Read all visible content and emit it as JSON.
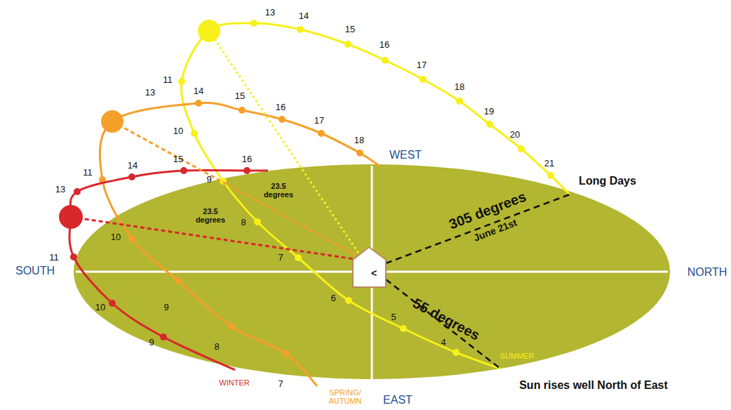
{
  "diagram": {
    "labels": [
      "13",
      "14",
      "15",
      "16",
      "17",
      "18",
      "19",
      "20",
      "21",
      "11",
      "13",
      "14",
      "15",
      "16",
      "17",
      "18",
      "10",
      "WEST",
      "11",
      "14",
      "15",
      "16",
      "9",
      "23.5 degrees",
      "Long Days",
      "13",
      "23.5 degrees",
      "305 degrees",
      "June 21st",
      "10",
      "8",
      "11",
      "7",
      "SOUTH",
      "NORTH",
      "6",
      "55 degrees",
      "9",
      "10",
      "5",
      "4",
      "9",
      "8",
      "SUMMER",
      "7",
      "WINTER",
      "SPRING/ AUTUMN",
      "EAST",
      "Sun rises well North of East",
      "<"
    ]
  }
}
